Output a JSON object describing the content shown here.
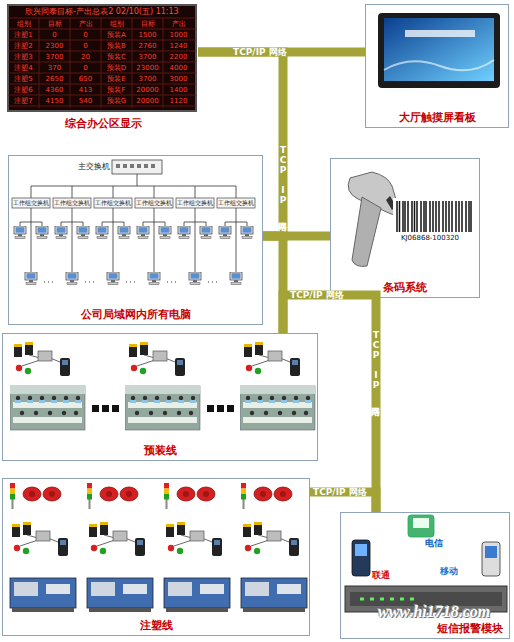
{
  "diagram": {
    "nodes": [
      {
        "text": [
          "综合办公区显示"
        ]
      },
      {
        "text": [
          "大厅触摸屏看板"
        ]
      },
      {
        "text": [
          "公司局域网内所有电脑"
        ]
      },
      {
        "text": [
          "条码系统"
        ]
      },
      {
        "text": [
          "预装线"
        ]
      },
      {
        "text": [
          "注塑线"
        ]
      },
      {
        "text": [
          "短信报警模块"
        ]
      }
    ],
    "edges": [
      {
        "from": 0,
        "to": 1,
        "label": "TCP/IP 网络",
        "arrow": "none"
      },
      {
        "from": 0,
        "to": 2,
        "label": "TCP IP 网络",
        "arrow": "none"
      },
      {
        "from": 2,
        "to": 3,
        "arrow": "none"
      },
      {
        "from": 2,
        "to": 4,
        "arrow": "none"
      },
      {
        "from": 4,
        "to": 6,
        "label": "TCP/IP 网络",
        "arrow": "none"
      },
      {
        "from": 5,
        "to": 6,
        "label": "TCP/IP 网络",
        "arrow": "none"
      }
    ],
    "labels": [
      "欣兴同泰目标-产出总表2 02/10(五) 11:13",
      "组别",
      "目标",
      "产出",
      "组别",
      "目标",
      "产出",
      "注塑1",
      "0",
      "0",
      "预装A",
      "1500",
      "1000",
      "注塑2",
      "2300",
      "0",
      "预装B",
      "2760",
      "1240",
      "注塑3",
      "3700",
      "20",
      "预装C",
      "3700",
      "2200",
      "注塑4",
      "370",
      "0",
      "预装D",
      "23000",
      "4000",
      "注塑5",
      "2650",
      "650",
      "预装E",
      "3700",
      "3000",
      "注塑6",
      "4360",
      "413",
      "预装F",
      "20000",
      "1400",
      "注塑7",
      "4150",
      "540",
      "预装G",
      "20000",
      "1120",
      "主交换机",
      "工作组交换机",
      "工作组交换机",
      "工作组交换机",
      "工作组交换机",
      "工作组交换机",
      "工作组交换机",
      "KJ06868-100320",
      "TCP IP 网络",
      "电信",
      "联通",
      "移动",
      "www.hi1718.com"
    ]
  }
}
